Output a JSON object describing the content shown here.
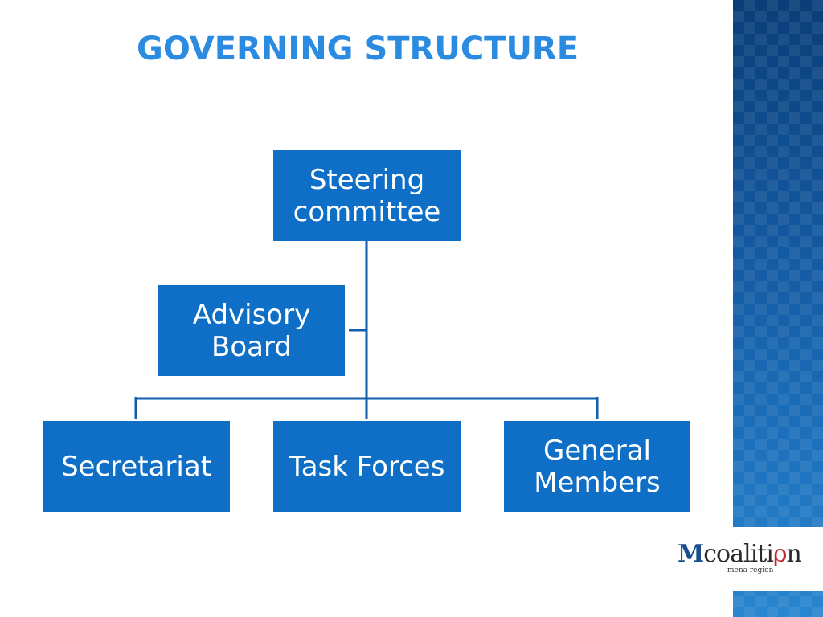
{
  "slide": {
    "title": "GOVERNING STRUCTURE"
  },
  "org_chart": {
    "root": {
      "label": "Steering committee"
    },
    "assistant": {
      "label": "Advisory Board"
    },
    "children": [
      {
        "label": "Secretariat"
      },
      {
        "label": "Task Forces"
      },
      {
        "label": "General Members"
      }
    ]
  },
  "logo": {
    "letter_m": "M",
    "word_a": "coalit",
    "word_accent": "i",
    "word_b": "n",
    "accent_mark": "ρ",
    "tagline": "mena region"
  },
  "colors": {
    "title": "#2b8be0",
    "node_fill": "#0f6fc6",
    "connector": "#0f5fae",
    "side_panel": "#12569c"
  }
}
